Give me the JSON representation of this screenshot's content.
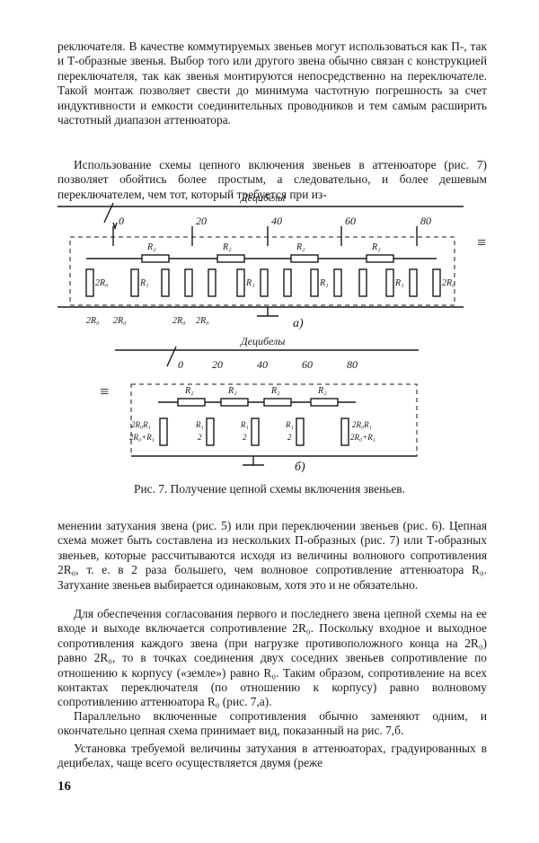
{
  "paragraphs": [
    "реключателя. В качестве коммутируемых звеньев могут использоваться как П-, так и Т-образные звенья. Выбор того или другого звена обычно связан с конструкцией переключателя, так как звенья монтируются непосредственно на переключателе. Такой монтаж позволяет свести до минимума частотную погрешность за счет индуктивности и емкости соединительных проводников и тем самым расширить частотный диапазон аттенюатора.",
    "Использование схемы цепного включения звеньев в аттенюаторе (рис. 7) позволяет обойтись более простым, а следовательно, и более дешевым переключателем, чем тот, который требуется при из-",
    "менении затухания звена (рис. 5) или при переключении звеньев (рис. 6). Цепная схема может быть составлена из нескольких П-образных (рис. 7) или Т-образных звеньев, которые рассчитываются исходя из величины волнового сопротивления 2R₀, т. е. в 2 раза большего, чем волновое сопротивление аттенюатора R₀. Затухание звеньев выбирается одинаковым, хотя это и не обязательно.",
    "Для обеспечения согласования первого и последнего звена цепной схемы на ее входе и выходе включается сопротивление 2R₀. Поскольку входное и выходное сопротивления каждого звена (при нагрузке противоположного конца на 2R₀) равно 2R₀, то в точках соединения двух соседних звеньев сопротивление по отношению к корпусу («земле») равно R₀. Таким образом, сопротивление на всех контактах переключателя (по отношению к корпусу) равно волновому сопротивлению аттенюатора R₀ (рис. 7,а).",
    "Параллельно включенные сопротивления обычно заменяют одним, и окончательно цепная схема принимает вид, показанный на рис. 7,б.",
    "Установка требуемой величины затухания в аттенюаторах, градуированных в децибелах, чаще всего осуществляется двумя (реже"
  ],
  "figure": {
    "caption": "Рис. 7. Получение цепной схемы включения звеньев.",
    "label_a": "а)",
    "label_b": "б)",
    "title_a": "Децибелы",
    "title_b": "Децибелы",
    "taps_a": [
      "0",
      "20",
      "40",
      "60",
      "80"
    ],
    "taps_b": [
      "0",
      "20",
      "40",
      "60",
      "80"
    ],
    "r2": "R₂",
    "r1": "R₁",
    "r0x2": "2R₀",
    "equiv": "≡",
    "frac_num_end": "2R₀R₁",
    "frac_den_end": "2R₀+R₁",
    "frac_num_mid": "R₁",
    "frac_den_mid": "2"
  },
  "page_number": "16"
}
